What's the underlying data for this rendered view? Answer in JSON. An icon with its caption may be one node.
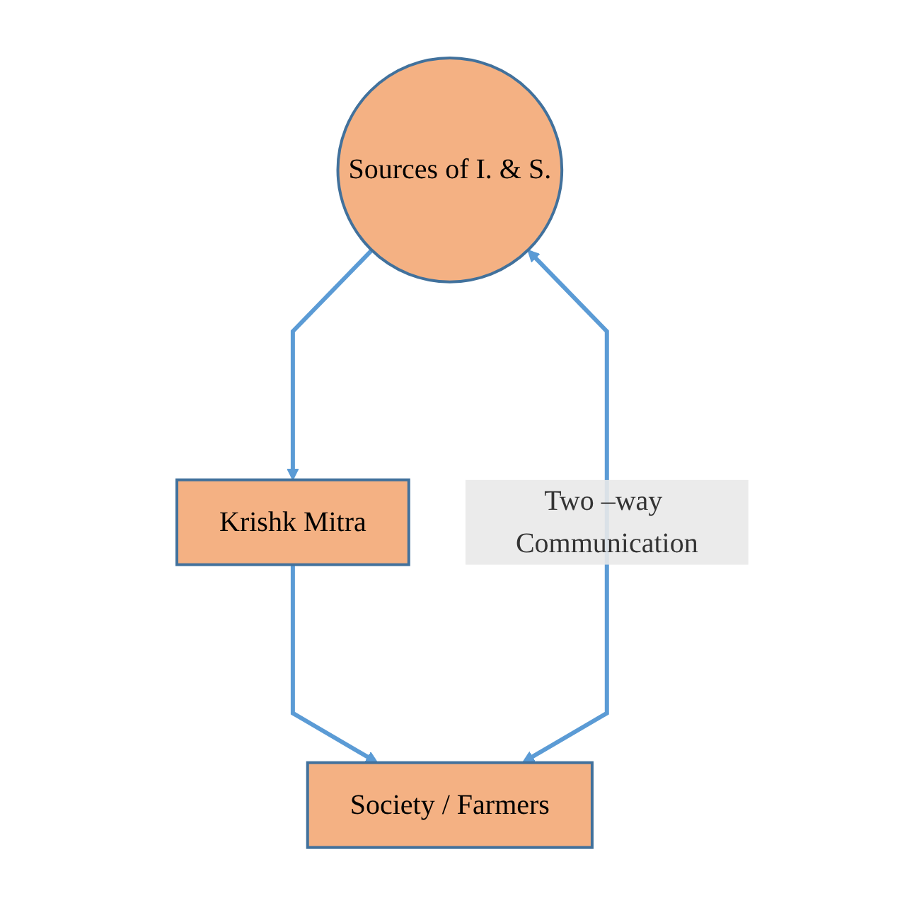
{
  "diagram": {
    "nodes": [
      {
        "text": [
          "Sources of I. & S."
        ]
      },
      {
        "text": [
          "Krishk Mitra"
        ]
      },
      {
        "text": [
          "Society / Farmers"
        ]
      }
    ],
    "edges": [
      {
        "from": 0,
        "to": 1,
        "arrow": "to"
      },
      {
        "from": 1,
        "to": 2,
        "arrow": "to"
      },
      {
        "from": 2,
        "to": 0,
        "arrow": "both",
        "label": "Two –way Communication"
      }
    ]
  }
}
